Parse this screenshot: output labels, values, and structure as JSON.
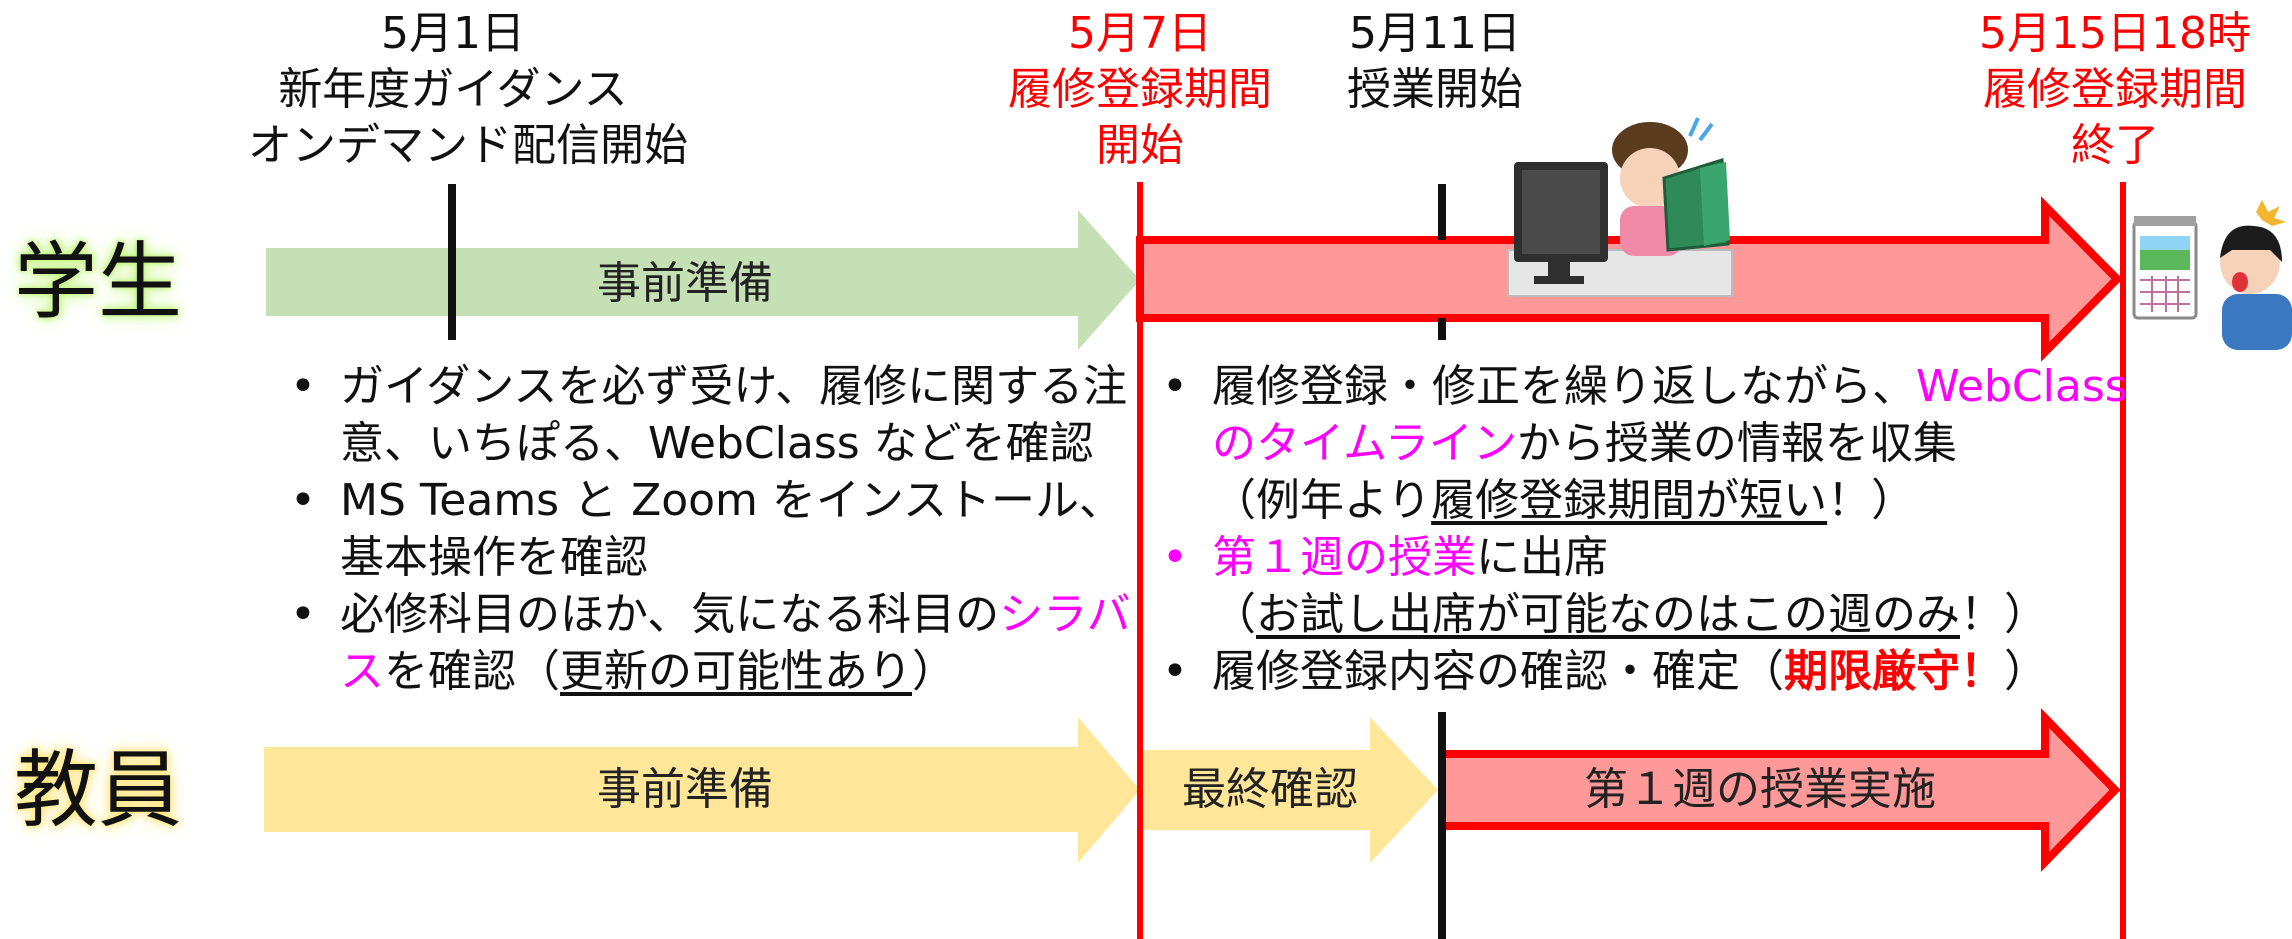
{
  "milestones": {
    "may1": {
      "line1": "5月1日",
      "line2": "新年度ガイダンス",
      "line3": "オンデマンド配信開始"
    },
    "may7": {
      "line1": "5月7日",
      "line2": "履修登録期間",
      "line3": "開始"
    },
    "may11": {
      "line1": "5月11日",
      "line2": "授業開始"
    },
    "may15": {
      "line1": "5月15日18時",
      "line2": "履修登録期間",
      "line3": "終了"
    }
  },
  "rows": {
    "student": {
      "label": "学生",
      "prep": "事前準備"
    },
    "teacher": {
      "label": "教員",
      "prep": "事前準備",
      "final_check": "最終確認",
      "week1": "第１週の授業実施"
    }
  },
  "student_left_bullets": {
    "b1a": "ガイダンスを必ず受け、履修に関する注",
    "b1b": "意、いちぽる、WebClass などを確認",
    "b2a": "MS Teams と Zoom をインストール、",
    "b2b": "基本操作を確認",
    "b3a": "必修科目のほか、気になる科目の",
    "b3a_hl": "シラバ",
    "b3b_hl": "ス",
    "b3b": "を確認（",
    "b3b_u": "更新の可能性あり",
    "b3b_end": "）"
  },
  "student_right_bullets": {
    "b1a": "履修登録・修正を繰り返しながら、",
    "b1a_hl": "WebClass",
    "b1b_hl": "のタイムライン",
    "b1b": "から授業の情報を収集",
    "b1c_start": "（例年より",
    "b1c_u": "履修登録期間が短い",
    "b1c_end": "！）",
    "b2_hl": "第１週の授業",
    "b2": "に出席",
    "b2c_start": "（",
    "b2c_u": "お試し出席が可能なのはこの週のみ",
    "b2c_end": "！）",
    "b3": "履修登録内容の確認・確定（",
    "b3_bold": "期限厳守！",
    "b3_end": "）"
  },
  "bullet_char": "•",
  "colors": {
    "red": "#ff0000",
    "magenta": "#ff00ff",
    "green_arrow": "#c5e0b4",
    "yellow_arrow": "#ffe699",
    "pink_fill": "#ff9999"
  }
}
